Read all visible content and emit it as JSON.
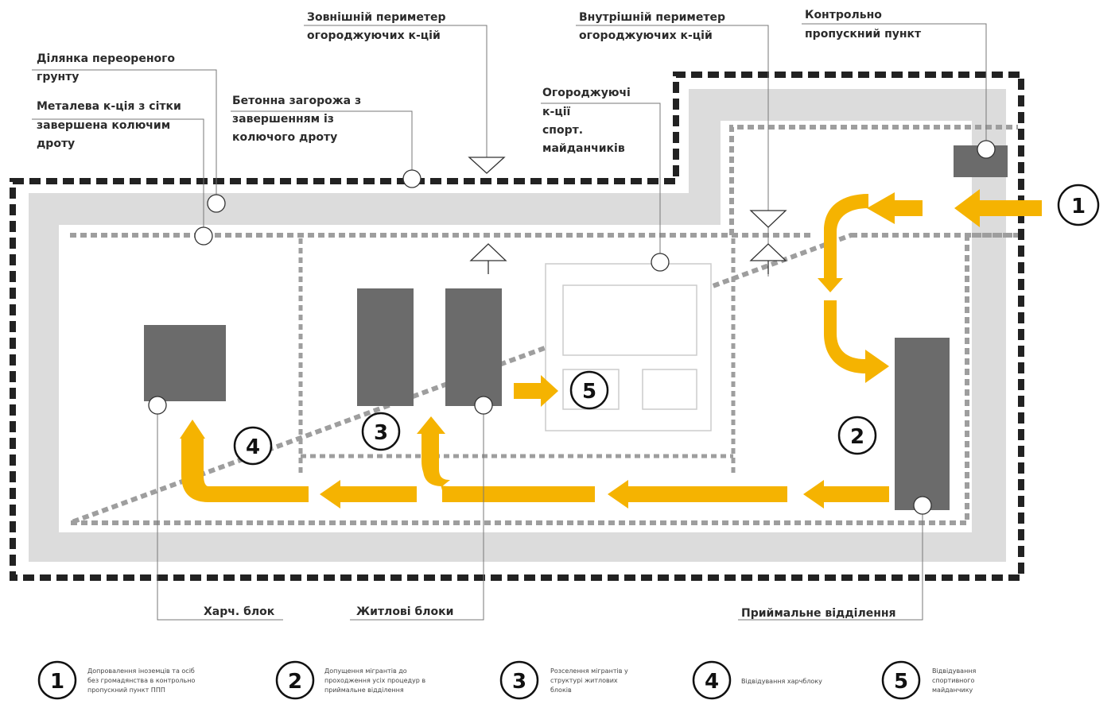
{
  "labels": {
    "outer_perimeter": [
      "Зовнішній периметер",
      "огороджуючих к-цій"
    ],
    "inner_perimeter": [
      "Внутрішній периметер",
      "огороджуючих к-цій"
    ],
    "checkpoint": [
      "Контрольно",
      "пропускний пункт"
    ],
    "plowed_area": [
      "Ділянка переореного",
      "грунту"
    ],
    "metal_fence": [
      "Металева к-ція з сітки",
      "завершена колючим",
      "дроту"
    ],
    "concrete_fence": [
      "Бетонна загорожа з",
      "завершенням із",
      "колючого дроту"
    ],
    "sport_fence": [
      "Огороджуючі",
      "к-ції",
      "спорт.",
      "майданчиків"
    ],
    "food_block": "Харч. блок",
    "living_blocks": "Житлові блоки",
    "reception": "Приймальне відділення"
  },
  "steps": [
    "1",
    "2",
    "3",
    "4",
    "5"
  ],
  "legend": [
    {
      "num": "1",
      "text": [
        "Допровалення іноземців та осіб",
        "без громадянства в контрольно",
        "пропускний пункт ППП"
      ]
    },
    {
      "num": "2",
      "text": [
        "Допущення мігрантів до",
        "проходження усіх процедур в",
        "приймальне відділення"
      ]
    },
    {
      "num": "3",
      "text": [
        "Розселення мігрантів у",
        "структурі житлових",
        "блоків"
      ]
    },
    {
      "num": "4",
      "text": [
        "Відвідування харчблоку"
      ]
    },
    {
      "num": "5",
      "text": [
        "Відвідування",
        "спортивного",
        "майданчику"
      ]
    }
  ],
  "colors": {
    "arrow": "#f5b301",
    "block": "#6b6b6b",
    "band": "#dcdcdc",
    "outer_dash": "#222222",
    "inner_dash": "#9e9e9e"
  }
}
